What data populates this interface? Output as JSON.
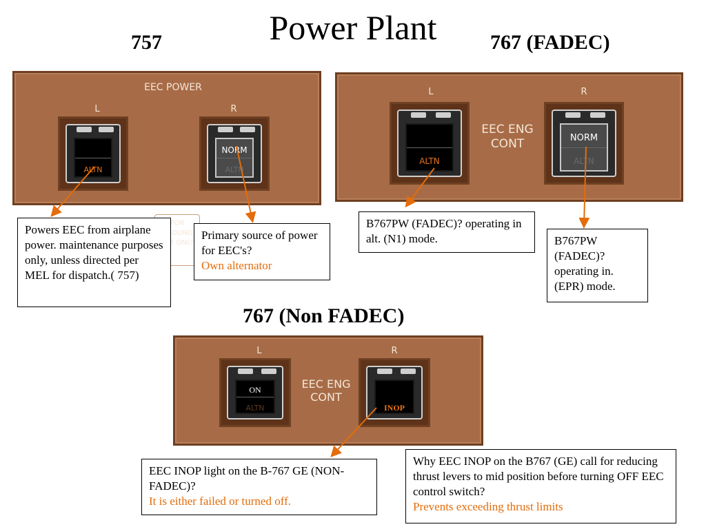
{
  "title": "Power Plant",
  "labels": {
    "b757": "757",
    "b767_fadec": "767 (FADEC)",
    "b767_non_fadec": "767 (Non FADEC)"
  },
  "panel_757": {
    "heading": "EEC POWER",
    "left_label": "L",
    "right_label": "R",
    "left_switch": {
      "top": "",
      "bottom": "ALTN"
    },
    "right_switch": {
      "top": "NORM",
      "bottom": "ALTN"
    },
    "ground_note": "FOR GROUND USE ONLY"
  },
  "panel_767_fadec": {
    "left_label": "L",
    "right_label": "R",
    "center_text": "EEC ENG CONT",
    "left_switch": {
      "top": "",
      "bottom": "ALTN"
    },
    "right_switch": {
      "top": "NORM",
      "bottom": "ALTN"
    }
  },
  "panel_767_non_fadec": {
    "left_label": "L",
    "right_label": "R",
    "center_text": "EEC ENG CONT",
    "left_switch": {
      "top": "ON",
      "bottom": "ALTN"
    },
    "right_switch": {
      "top": "INOP",
      "bottom": ""
    }
  },
  "callouts": {
    "eec_power_alt": "Powers EEC from airplane power. maintenance purposes only, unless directed per MEL for dispatch.( 757)",
    "primary_source": {
      "text": "Primary source of power for EEC's?",
      "answer": "Own alternator"
    },
    "fadec_alt_mode": "B767PW (FADEC)? operating in alt. (N1) mode.",
    "fadec_epr_mode": "B767PW (FADEC)? operating in. (EPR) mode.",
    "eec_inop": {
      "text": "EEC INOP light on the B-767 GE (NON-FADEC)?",
      "answer": "It is either failed or turned off."
    },
    "why_inop": {
      "text": "Why EEC INOP on the B767 (GE) call for reducing thrust levers to mid position before turning OFF EEC control switch?",
      "answer": "Prevents exceeding thrust limits"
    }
  },
  "colors": {
    "panel": "#a76c47",
    "accent": "#e46c0a",
    "amber_text": "#e8731a"
  }
}
